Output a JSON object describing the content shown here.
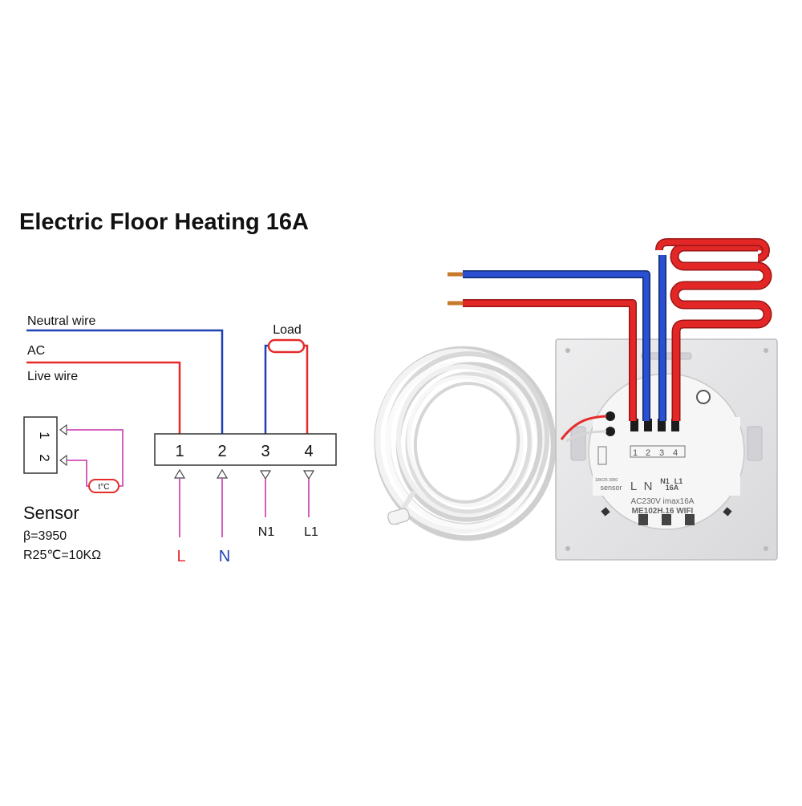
{
  "title": "Electric Floor Heating 16A",
  "wiring": {
    "neutral_label": "Neutral wire",
    "ac_label": "AC",
    "live_label": "Live wire",
    "load_label": "Load",
    "terminals": [
      "1",
      "2",
      "3",
      "4"
    ],
    "bottom_labels": [
      "L",
      "N",
      "N1",
      "L1"
    ]
  },
  "sensor": {
    "pins": [
      "1",
      "2"
    ],
    "thermistor_label": "t°C",
    "title": "Sensor",
    "beta": "β=3950",
    "resistance": "R25℃=10KΩ"
  },
  "device": {
    "terminals": [
      "1",
      "2",
      "3",
      "4"
    ],
    "sensor_text": "sensor",
    "sensor_spec": "10K/25 3950",
    "terminal_labels": [
      "L",
      "N",
      "N1",
      "L1"
    ],
    "current": "16A",
    "rating": "AC230V imax16A",
    "model": "ME102H.16 WIFI"
  },
  "colors": {
    "neutral": "#1f3fb5",
    "live": "#e52b2b",
    "sensor": "#d04fb5",
    "terminal": "#333333"
  }
}
